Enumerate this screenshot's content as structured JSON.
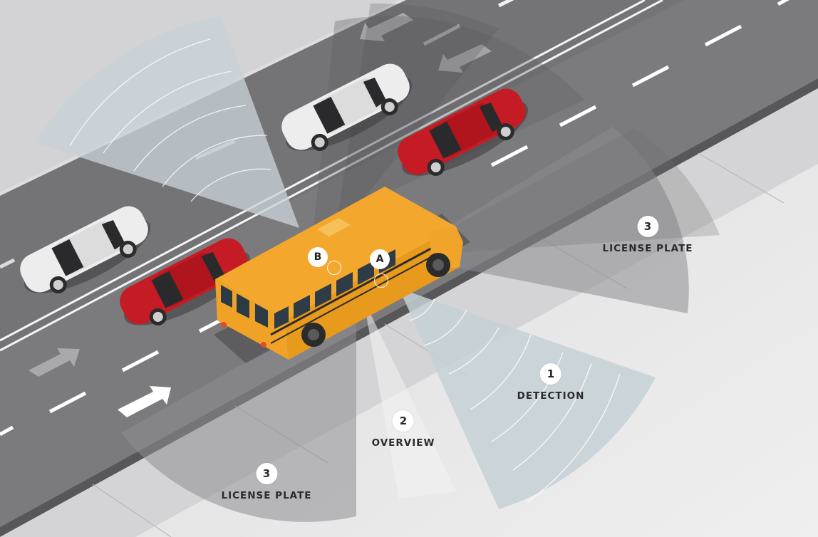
{
  "zones": [
    {
      "id": "detection",
      "number": "1",
      "label": "DETECTION"
    },
    {
      "id": "overview",
      "number": "2",
      "label": "OVERVIEW"
    },
    {
      "id": "license-plate-front",
      "number": "3",
      "label": "LICENSE PLATE"
    },
    {
      "id": "license-plate-rear",
      "number": "3",
      "label": "LICENSE PLATE"
    }
  ],
  "cameras": [
    {
      "id": "A",
      "label": "A"
    },
    {
      "id": "B",
      "label": "B"
    }
  ],
  "colors": {
    "road": "#7a7a7d",
    "road_dark": "#6a6a6d",
    "curb": "#58585b",
    "sidewalk": "#d6d6d8",
    "background": "#e9e9ea",
    "bus": "#f2a52a",
    "bus_dark": "#d98c16",
    "car_red": "#c41a22",
    "car_white": "#eeeeee",
    "detection_zone": "#c9d3d8",
    "coverage_zone": "#9d9da0",
    "lane_marking": "#ffffff"
  }
}
